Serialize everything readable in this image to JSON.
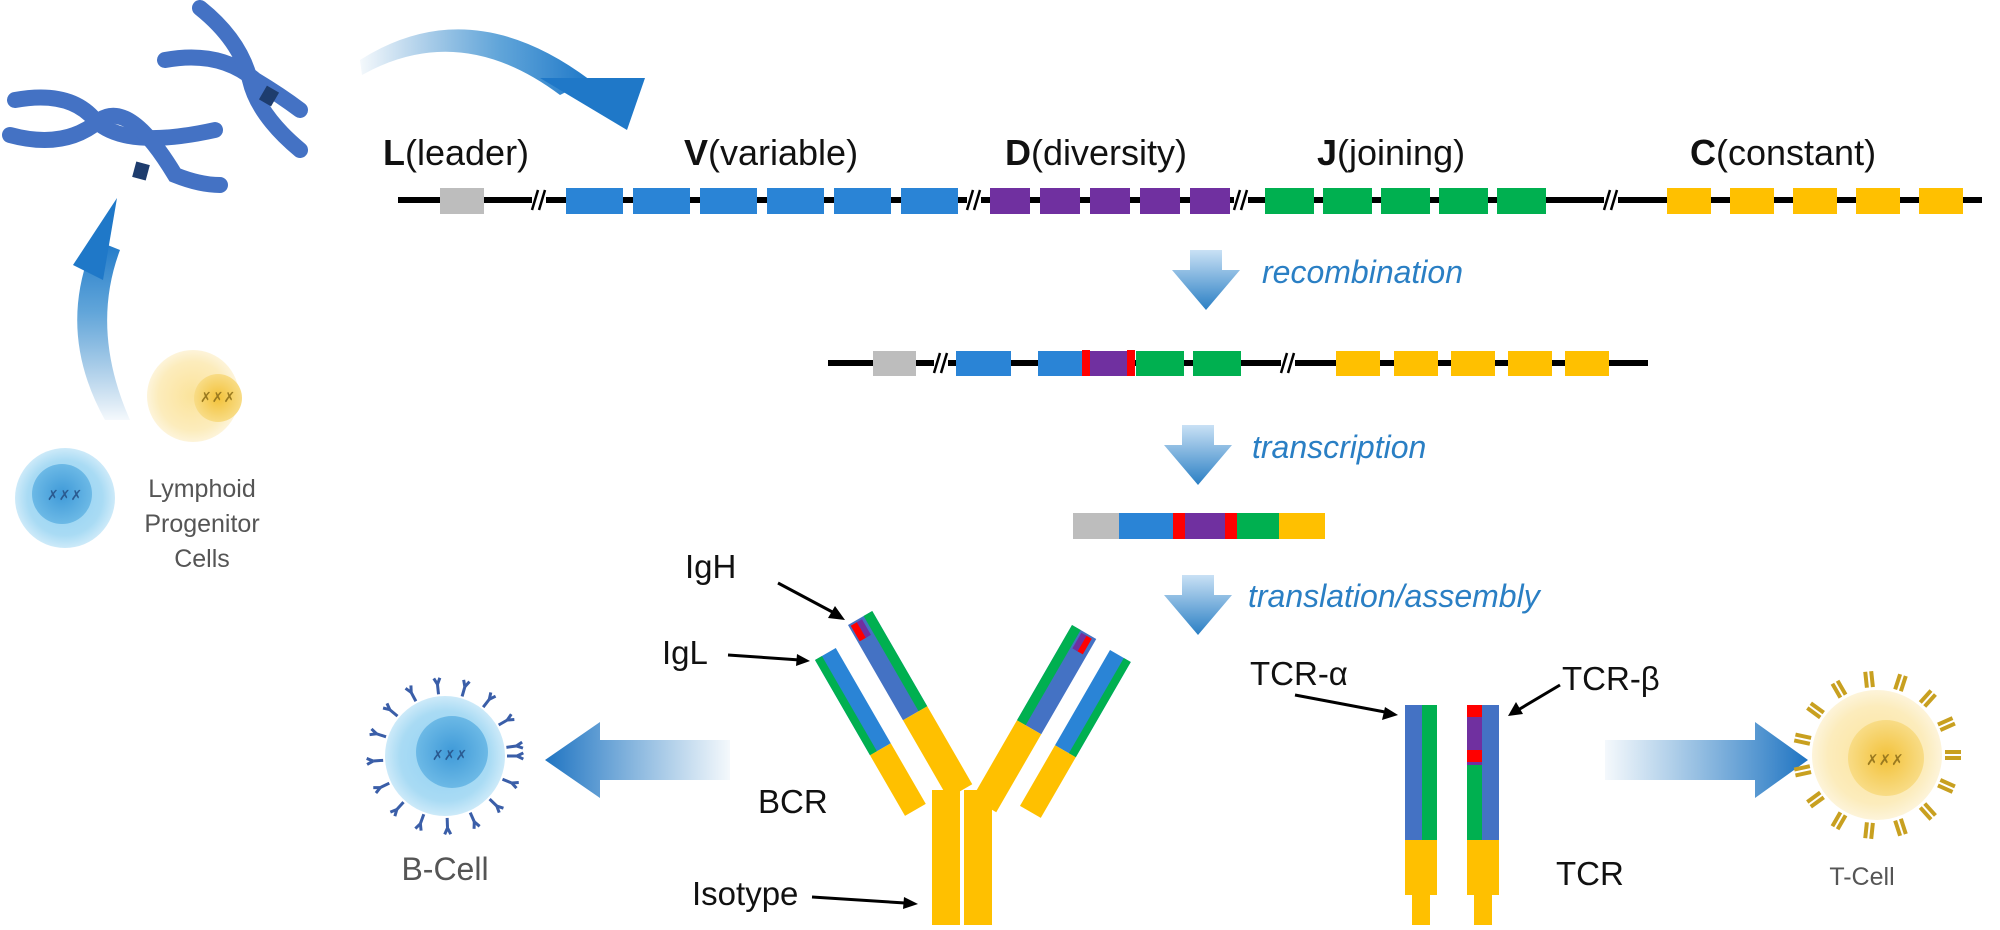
{
  "colors": {
    "leader": "#bdbdbd",
    "variable": "#2a84d6",
    "diversity": "#7030a0",
    "joining": "#00b050",
    "constant": "#ffc000",
    "junction": "#ff0000",
    "chain_blue": "#4472c4",
    "step_text": "#2a7fc4",
    "chromosome": "#4472c4"
  },
  "germline": {
    "segments": [
      {
        "letter": "L",
        "name": "(leader)",
        "count": 1,
        "color_key": "leader"
      },
      {
        "letter": "V",
        "name": "(variable)",
        "count": 6,
        "color_key": "variable"
      },
      {
        "letter": "D",
        "name": "(diversity)",
        "count": 5,
        "color_key": "diversity"
      },
      {
        "letter": "J",
        "name": "(joining)",
        "count": 5,
        "color_key": "joining"
      },
      {
        "letter": "C",
        "name": "(constant)",
        "count": 5,
        "color_key": "constant"
      }
    ]
  },
  "steps": {
    "recombination": "recombination",
    "transcription": "transcription",
    "translation": "translation/assembly"
  },
  "recombined": {
    "blocks": [
      "leader",
      "variable",
      "variable",
      "junction",
      "diversity",
      "junction",
      "joining",
      "joining",
      "constant",
      "constant",
      "constant",
      "constant",
      "constant"
    ]
  },
  "transcript": {
    "blocks": [
      "leader",
      "variable",
      "junction",
      "diversity",
      "junction",
      "joining",
      "constant"
    ]
  },
  "bcr": {
    "label": "BCR",
    "igh_label": "IgH",
    "igl_label": "IgL",
    "isotype_label": "Isotype"
  },
  "tcr": {
    "label": "TCR",
    "alpha_label": "TCR-α",
    "beta_label": "TCR-β"
  },
  "cells": {
    "progenitor_label_lines": [
      "Lymphoid",
      "Progenitor",
      "Cells"
    ],
    "b_cell_label": "B-Cell",
    "t_cell_label": "T-Cell"
  }
}
